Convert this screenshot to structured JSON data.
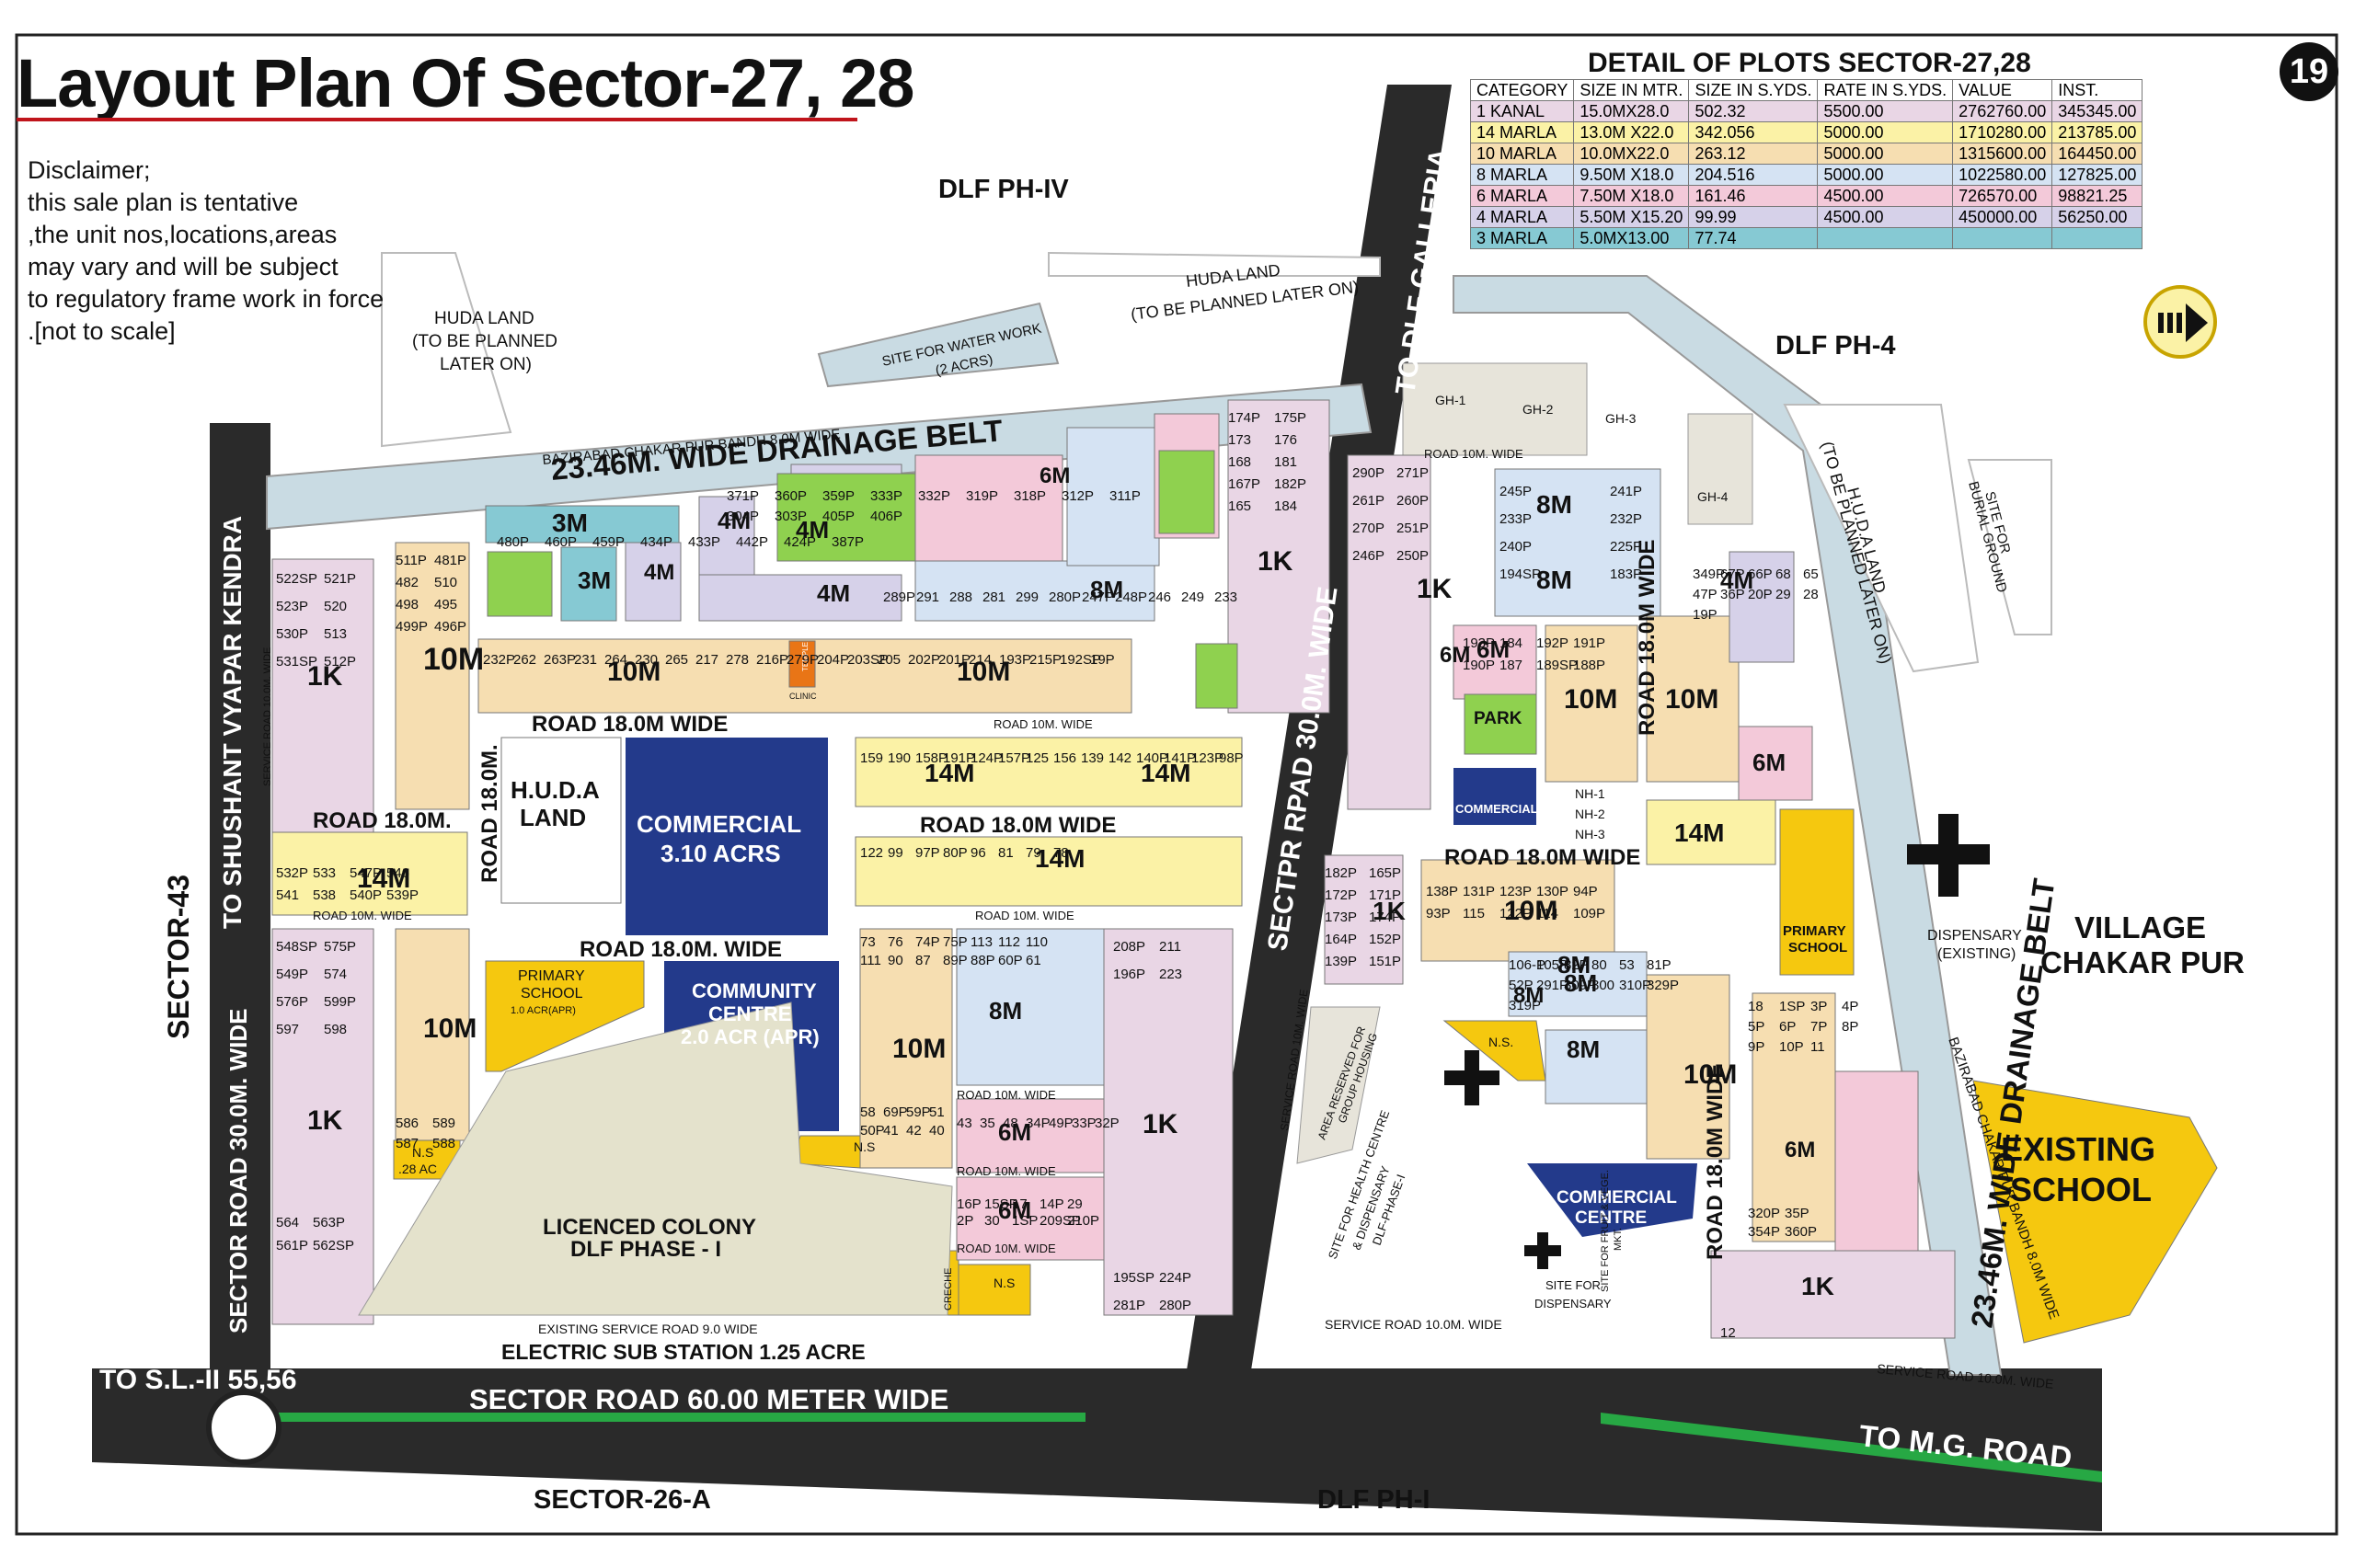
{
  "map": {
    "title": "Layout Plan Of Sector-27, 28",
    "page_number": "19",
    "disclaimer": "Disclaimer;\nthis sale plan is tentative\n,the unit nos,locations,areas\n may vary and will be subject\n to regulatory frame work in force\n.[not to scale]",
    "colors": {
      "background": "#ffffff",
      "drainage_belt": "#c9dbe3",
      "major_road": "#2d2d2d",
      "green_strip": "#27a844",
      "commercial": "#233a8b",
      "school": "#f5c80f",
      "park": "#8fd14f",
      "huda_land": "#e7e4da",
      "licenced_colony": "#e4e2cc",
      "kanal_1": "#e9d6e5",
      "marla_14": "#fbf2a6",
      "marla_10": "#f6deb1",
      "marla_8": "#d5e3f3",
      "marla_6": "#f3c9d9",
      "marla_4": "#d6d1e9",
      "marla_3": "#86c9d3",
      "clinic_orange": "#e97516"
    }
  },
  "plot_table": {
    "title": "DETAIL OF PLOTS SECTOR-27,28",
    "headers": [
      "CATEGORY",
      "SIZE IN MTR.",
      "SIZE IN S.YDS.",
      "RATE  IN S.YDS.",
      "VALUE",
      "INST."
    ],
    "rows": [
      {
        "category": "1 KANAL",
        "size_mtr": "15.0MX28.0",
        "size_syds": "502.32",
        "rate": "5500.00",
        "value": "2762760.00",
        "inst": "345345.00",
        "color": "#e9d6e5"
      },
      {
        "category": "14 MARLA",
        "size_mtr": "13.0M X22.0",
        "size_syds": "342.056",
        "rate": "5000.00",
        "value": "1710280.00",
        "inst": "213785.00",
        "color": "#fbf2a6"
      },
      {
        "category": "10 MARLA",
        "size_mtr": "10.0MX22.0",
        "size_syds": "263.12",
        "rate": "5000.00",
        "value": "1315600.00",
        "inst": "164450.00",
        "color": "#f6deb1"
      },
      {
        "category": "8 MARLA",
        "size_mtr": "9.50M X18.0",
        "size_syds": "204.516",
        "rate": "5000.00",
        "value": "1022580.00",
        "inst": "127825.00",
        "color": "#d5e3f3"
      },
      {
        "category": "6 MARLA",
        "size_mtr": "7.50M X18.0",
        "size_syds": "161.46",
        "rate": "4500.00",
        "value": "726570.00",
        "inst": "98821.25",
        "color": "#f3c9d9"
      },
      {
        "category": "4 MARLA",
        "size_mtr": "5.50M X15.20",
        "size_syds": "99.99",
        "rate": "4500.00",
        "value": "450000.00",
        "inst": "56250.00",
        "color": "#d6d1e9"
      },
      {
        "category": "3 MARLA",
        "size_mtr": "5.0MX13.00",
        "size_syds": "77.74",
        "rate": "",
        "value": "",
        "inst": "",
        "color": "#86c9d3"
      }
    ]
  },
  "labels": {
    "dlf_ph_iv": "DLF PH-IV",
    "dlf_ph_4": "DLF PH-4",
    "dlf_ph_i": "DLF PH-I",
    "sector_43": "SECTOR-43",
    "sector_26a": "SECTOR-26-A",
    "to_shushant": "TO SHUSHANT  VYAPAR KENDRA",
    "to_dlf_galleria": "TO DLF GALLERIA",
    "to_sl": "TO S.L.-II 55,56",
    "to_mg_road": "TO M.G. ROAD",
    "village": "VILLAGE",
    "chakar_pur": "CHAKAR PUR",
    "huda_land_left_1": "HUDA LAND",
    "huda_land_left_2": "(TO BE PLANNED",
    "huda_land_left_3": "LATER ON)",
    "huda_land_top_1": "HUDA LAND",
    "huda_land_top_2": "(TO BE PLANNED LATER ON)",
    "huda_land_right_1": "H.U.D.A LAND",
    "huda_land_right_2": "(TO BE PLANNED LATER ON)",
    "water_work_1": "SITE FOR WATER WORK",
    "water_work_2": "(2 ACRS)",
    "burial_1": "SITE FOR",
    "burial_2": "BURIAL GROUND",
    "drainage_top": "23.46M. WIDE DRAINAGE BELT",
    "drainage_right": "23.46M. WIDE DRAINAGE BELT",
    "bandh_top": "BAZIRABAD CHAKAR PUR BANDH 8.0M WIDE",
    "bandh_right": "BAZIRABAD CHAKAR PUR BANDH 8.0M WIDE",
    "sector_road_60": "SECTOR ROAD 60.00 METER WIDE",
    "sector_road_30_left": "SECTOR ROAD 30.0M. WIDE",
    "sector_road_30_mid": "SECTPR RPAD 30.0M. WIDE",
    "service_road_left": "SERVICE ROAD 10.0M. WIDE",
    "service_road_mid": "SERVICE ROAD 10M. WIDE",
    "service_road_bottom": "SERVICE ROAD 10.0M. WIDE",
    "service_road_right": "SERVICE ROAD 10.0M. WIDE",
    "existing_service_road": "EXISTING SERVICE ROAD 9.0 WIDE",
    "electric_sub": "ELECTRIC SUB STATION 1.25 ACRE",
    "road_18_1": "ROAD 18.0M WIDE",
    "road_18_2": "ROAD 18.0M.",
    "road_18_3": "ROAD 18.0M WIDE",
    "road_18_4": "ROAD 18.0M. WIDE",
    "road_18_5": "ROAD 18.0M WIDE",
    "road_18_6": "ROAD 18.0M WIDE",
    "road_18_7": "ROAD 18.0M WIDE",
    "road_18_8": "ROAD 18.0M.",
    "road_10_a": "ROAD 10M. WIDE",
    "road_10_b": "ROAD 10M. WIDE",
    "road_10_c": "ROAD 10M. WIDE",
    "road_10_d": "ROAD 10M. WIDE",
    "road_10_e": "ROAD 10M. WIDE",
    "road_10_f": "ROAD 10M. WIDE",
    "road_10_g": "ROAD 10M. WIDE",
    "huda_land_plot_1": "H.U.D.A",
    "huda_land_plot_2": "LAND",
    "commercial_big_1": "COMMERCIAL",
    "commercial_big_2": "3.10 ACRS",
    "community_1": "COMMUNITY",
    "community_2": "CENTRE",
    "community_3": "2.0 ACR (APR)",
    "commercial_small": "COMMERCIAL",
    "commercial_centre_1": "COMMERCIAL",
    "commercial_centre_2": "CENTRE",
    "primary_school_left_1": "PRIMARY",
    "primary_school_left_2": "SCHOOL",
    "primary_school_left_3": "1.0 ACR(APR)",
    "primary_school_right_1": "PRIMARY",
    "primary_school_right_2": "SCHOOL",
    "existing_school_1": "EXISTING",
    "existing_school_2": "SCHOOL",
    "licenced_colony_1": "LICENCED COLONY",
    "licenced_colony_2": "DLF PHASE - I",
    "dispensary_1": "DISPENSARY",
    "dispensary_2": "(EXISTING)",
    "health_centre_1": "SITE FOR HEALTH CENTRE",
    "health_centre_2": "& DISPENSARY",
    "health_centre_3": "DLF-PHASE-I",
    "fruit_mkt_1": "SITE FOR FRUIT & VEGE.",
    "fruit_mkt_2": "MKT.",
    "dispensary_site_1": "SITE FOR",
    "dispensary_site_2": "DISPENSARY",
    "group_housing_1": "AREA RESERVED FOR",
    "group_housing_2": "GROUP HOUSING",
    "park": "PARK",
    "ns_1": "N.S",
    "ns_1b": ".28 AC",
    "ns_2": "N.S",
    "ns_3": "N.S",
    "ns_4": "N.S.",
    "creche": "CRECHE",
    "temple": "TEMPLE",
    "clinic": "CLINIC",
    "gh_1": "GH-1",
    "gh_2": "GH-2",
    "gh_3": "GH-3",
    "gh_4": "GH-4",
    "nh_1": "NH-1",
    "nh_2": "NH-2",
    "nh_3": "NH-3"
  },
  "block_labels": [
    {
      "text": "10M"
    },
    {
      "text": "10M"
    },
    {
      "text": "10M"
    },
    {
      "text": "10M"
    },
    {
      "text": "10M"
    },
    {
      "text": "10M"
    },
    {
      "text": "10M"
    },
    {
      "text": "10M"
    },
    {
      "text": "10M"
    },
    {
      "text": "14M"
    },
    {
      "text": "14M"
    },
    {
      "text": "14M"
    },
    {
      "text": "14M"
    },
    {
      "text": "14M"
    },
    {
      "text": "1K"
    },
    {
      "text": "1K"
    },
    {
      "text": "1K"
    },
    {
      "text": "1K"
    },
    {
      "text": "1K"
    },
    {
      "text": "1K"
    },
    {
      "text": "1K"
    },
    {
      "text": "8M"
    },
    {
      "text": "8M"
    },
    {
      "text": "8M"
    },
    {
      "text": "8M"
    },
    {
      "text": "8M"
    },
    {
      "text": "8M"
    },
    {
      "text": "8M"
    },
    {
      "text": "8M"
    },
    {
      "text": "6M"
    },
    {
      "text": "6M"
    },
    {
      "text": "6M"
    },
    {
      "text": "6M"
    },
    {
      "text": "6M"
    },
    {
      "text": "6M"
    },
    {
      "text": "6M"
    },
    {
      "text": "4M"
    },
    {
      "text": "4M"
    },
    {
      "text": "4M"
    },
    {
      "text": "4M"
    },
    {
      "text": "4M"
    },
    {
      "text": "3M"
    },
    {
      "text": "3M"
    }
  ],
  "plot_numbers": [
    "522SP",
    "521P",
    "523P",
    "520",
    "530P",
    "513",
    "531SP",
    "512P",
    "511P",
    "481P",
    "482",
    "510",
    "498",
    "495",
    "499P",
    "496P",
    "532P",
    "533",
    "547P",
    "546",
    "541",
    "538",
    "540P",
    "539P",
    "548SP",
    "575P",
    "549P",
    "574",
    "576P",
    "599P",
    "597",
    "598",
    "586",
    "589",
    "587",
    "588",
    "564",
    "563P",
    "561P",
    "562SP",
    "480P",
    "460P",
    "459P",
    "434P",
    "433P",
    "442P",
    "424P",
    "387P",
    "371P",
    "360P",
    "359P",
    "333P",
    "332P",
    "319P",
    "318P",
    "312P",
    "311P",
    "304P",
    "303P",
    "405P",
    "406P",
    "289P",
    "291",
    "288",
    "281",
    "299",
    "280P",
    "247P",
    "248P",
    "246",
    "249",
    "233",
    "232P",
    "262",
    "263P",
    "231",
    "264",
    "230",
    "265",
    "217",
    "278",
    "216P",
    "279P",
    "204P",
    "203SP",
    "205",
    "202P",
    "201P",
    "214",
    "193P",
    "215P",
    "192SP",
    "19P",
    "174P",
    "175P",
    "173",
    "176",
    "168",
    "181",
    "167P",
    "182P",
    "165",
    "184",
    "159",
    "190",
    "158P",
    "191P",
    "124P",
    "157P",
    "125",
    "156",
    "139",
    "142",
    "140P",
    "141P",
    "123P",
    "98P",
    "122",
    "99",
    "97P",
    "80P",
    "96",
    "81",
    "79",
    "78",
    "73",
    "76",
    "74P",
    "75P",
    "113",
    "112",
    "110",
    "111",
    "90",
    "87",
    "89P",
    "88P",
    "60P",
    "61",
    "58",
    "69P",
    "59P",
    "51",
    "50P",
    "41",
    "42",
    "40",
    "43",
    "35",
    "48",
    "34P",
    "49P",
    "33P",
    "32P",
    "16P",
    "15SP",
    "17",
    "14P",
    "29",
    "2P",
    "30",
    "1SP",
    "209SP",
    "210P",
    "208P",
    "211",
    "196P",
    "223",
    "195SP",
    "224P",
    "281P",
    "280P",
    "290P",
    "271P",
    "261P",
    "260P",
    "270P",
    "251P",
    "246P",
    "250P",
    "245P",
    "241P",
    "233P",
    "232P",
    "240P",
    "225P",
    "194SP",
    "183P",
    "193P",
    "184",
    "192P",
    "191P",
    "190P",
    "187",
    "189SP",
    "188P",
    "182P",
    "165P",
    "172P",
    "171P",
    "173P",
    "174P",
    "164P",
    "152P",
    "139P",
    "151P",
    "138P",
    "131P",
    "123P",
    "130P",
    "94P",
    "93P",
    "115",
    "122P",
    "114",
    "109P",
    "106-P",
    "105P",
    "82P",
    "80",
    "53",
    "81P",
    "52P",
    "291P",
    "309P",
    "300",
    "310P",
    "329P",
    "319P",
    "320P",
    "35P",
    "354P",
    "360P",
    "349P",
    "67P",
    "66P",
    "68",
    "65",
    "47P",
    "36P",
    "20P",
    "29",
    "28",
    "19P",
    "18",
    "1SP",
    "3P",
    "4P",
    "5P",
    "6P",
    "7P",
    "8P",
    "9P",
    "10P",
    "11",
    "12"
  ]
}
